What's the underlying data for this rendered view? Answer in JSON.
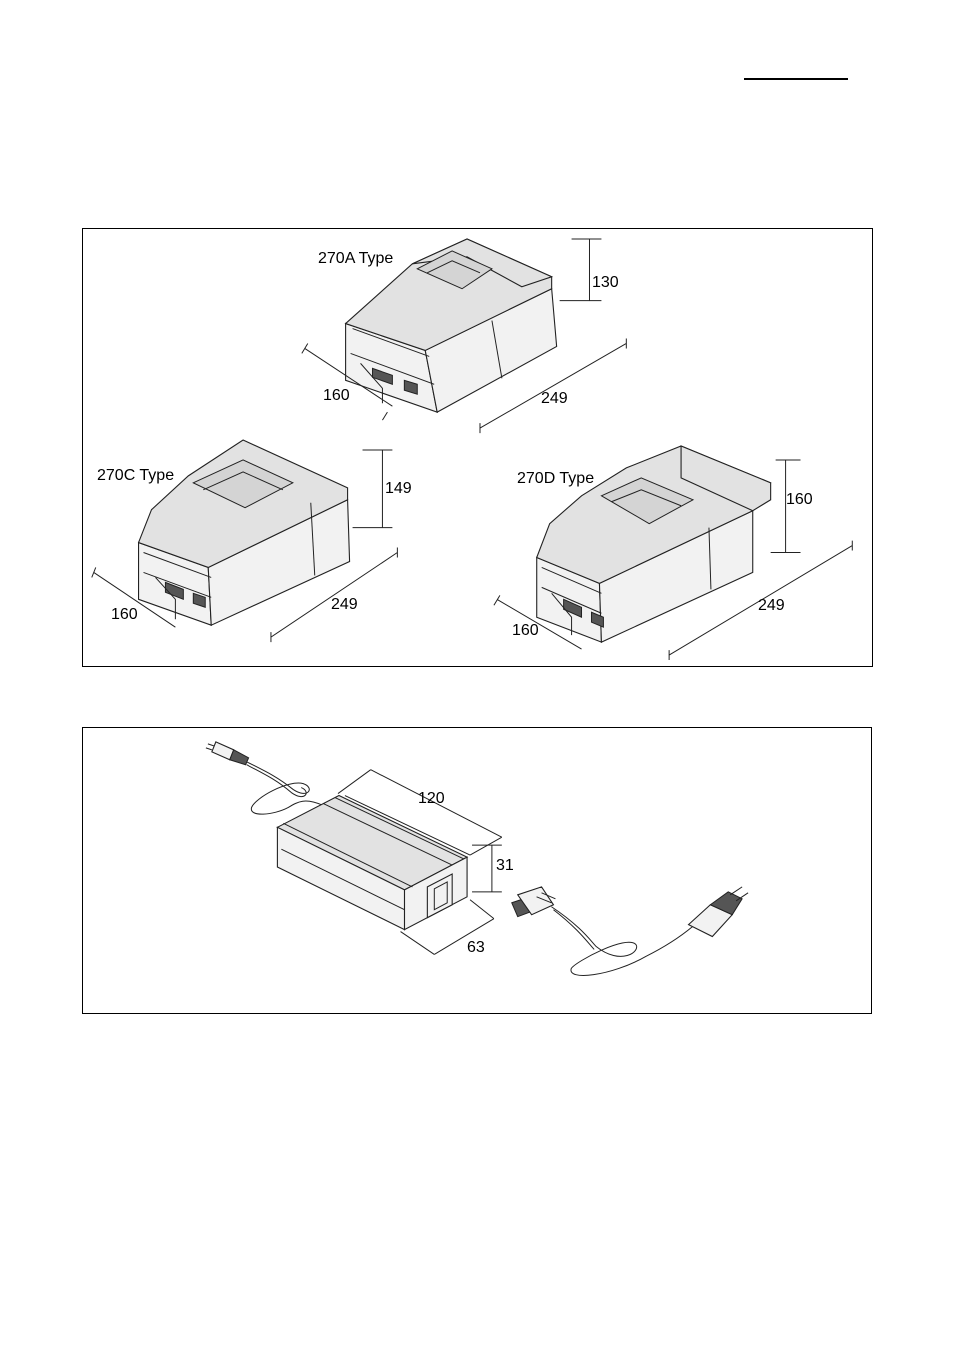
{
  "printers": {
    "a": {
      "label": "270A Type",
      "height": "130",
      "depth": "160",
      "width": "249"
    },
    "c": {
      "label": "270C Type",
      "height": "149",
      "depth": "160",
      "width": "249"
    },
    "d": {
      "label": "270D Type",
      "height": "160",
      "depth": "160",
      "width": "249"
    }
  },
  "adapter": {
    "length": "120",
    "height": "31",
    "width": "63"
  }
}
